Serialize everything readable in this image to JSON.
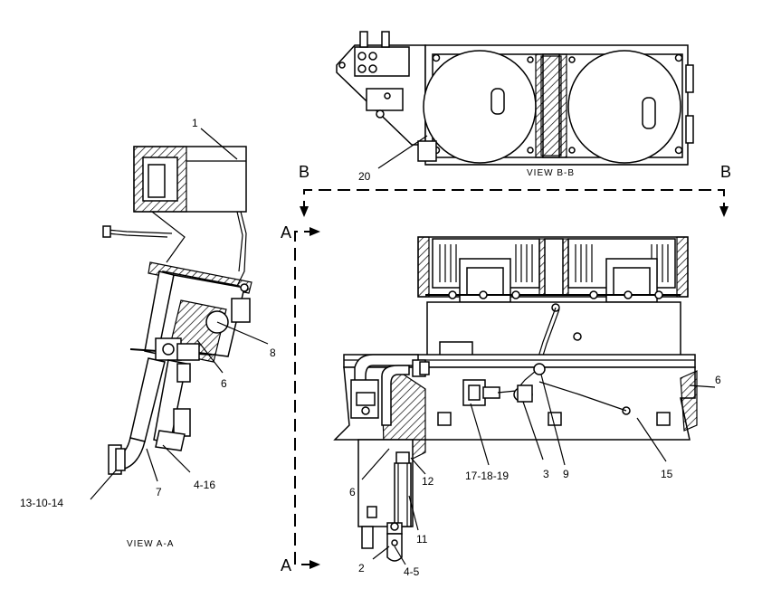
{
  "views": {
    "view_a_caption": "VIEW A-A",
    "view_b_caption": "VIEW B-B",
    "section_b_left": "B",
    "section_b_right": "B",
    "section_a_top": "A",
    "section_a_bottom": "A"
  },
  "callouts": {
    "c1": "1",
    "c8": "8",
    "c6_left": "6",
    "c4_16": "4-16",
    "c7": "7",
    "c13_10_14": "13-10-14",
    "c20": "20",
    "c6_right": "6",
    "c15": "15",
    "c9": "9",
    "c3": "3",
    "c17_18_19": "17-18-19",
    "c6_bottom": "6",
    "c12": "12",
    "c11": "11",
    "c4_5": "4-5",
    "c2": "2"
  }
}
